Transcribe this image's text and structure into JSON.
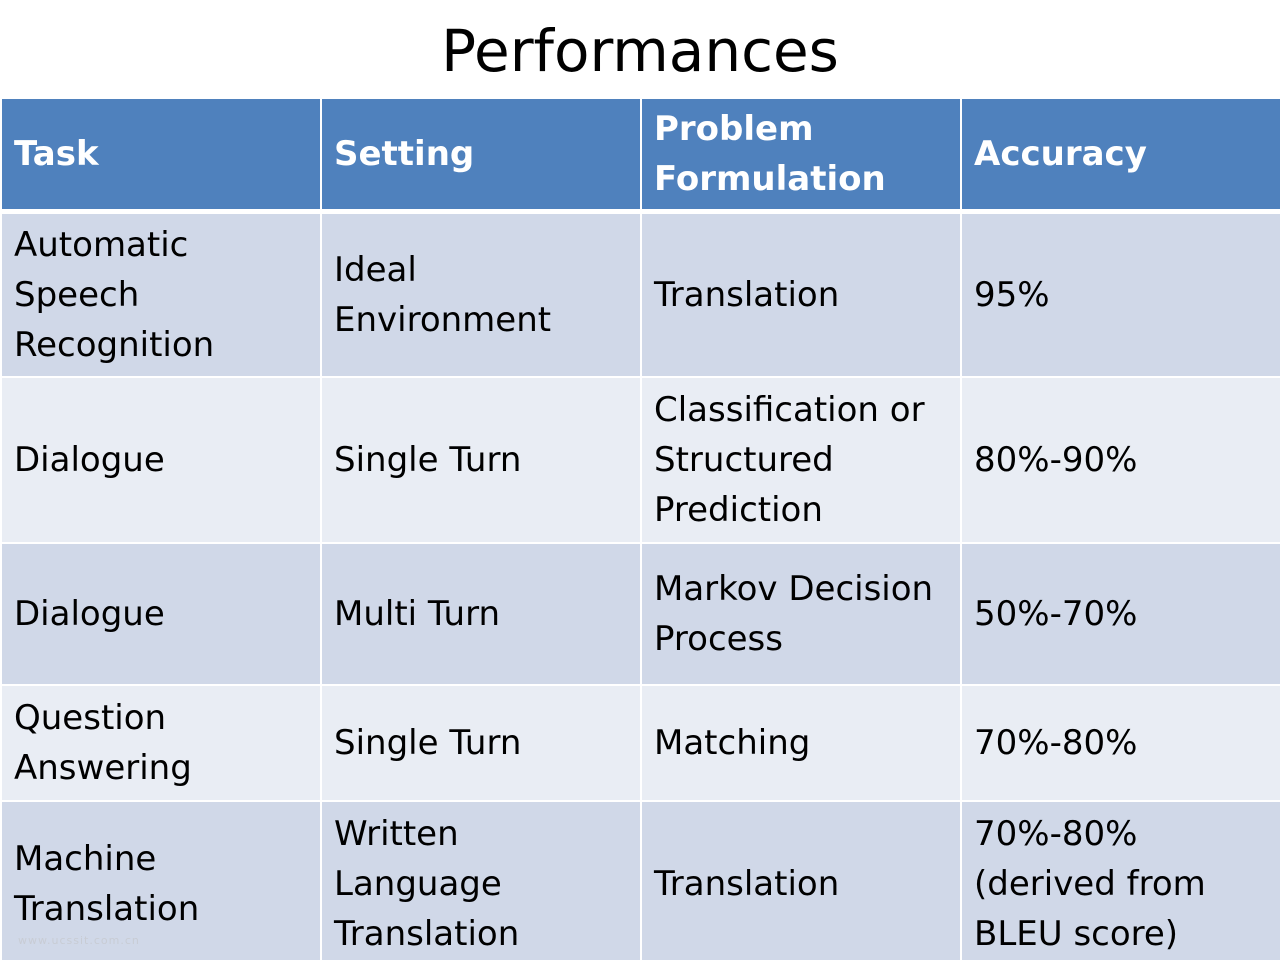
{
  "slide": {
    "title": "Performances"
  },
  "table": {
    "headers": [
      "Task",
      "Setting",
      "Problem Formulation",
      "Accuracy"
    ],
    "rows": [
      [
        "Automatic Speech Recognition",
        "Ideal Environment",
        "Translation",
        "95%"
      ],
      [
        "Dialogue",
        "Single Turn",
        "Classification or Structured Prediction",
        "80%-90%"
      ],
      [
        "Dialogue",
        "Multi Turn",
        "Markov Decision Process",
        "50%-70%"
      ],
      [
        "Question Answering",
        "Single Turn",
        "Matching",
        "70%-80%"
      ],
      [
        "Machine Translation",
        "Written Language Translation",
        "Translation",
        "70%-80% (derived from BLEU score)"
      ]
    ]
  },
  "watermark": {
    "text": "www.ucssit.com.cn"
  },
  "colors": {
    "header_bg": "#4f81bd",
    "row_odd_bg": "#d0d8e8",
    "row_even_bg": "#e9edf4",
    "header_text": "#ffffff"
  }
}
